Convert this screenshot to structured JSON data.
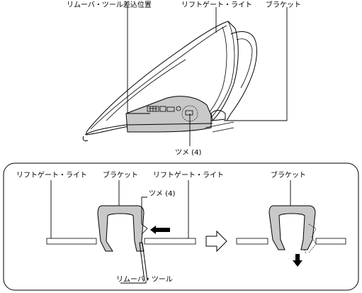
{
  "top": {
    "label_tool_position": "リムーバ・ツール差込位置",
    "label_liftgate_light": "リフトゲート・ライト",
    "label_bracket": "ブラケット",
    "label_claw": "ツメ (4)"
  },
  "bottom": {
    "label_liftgate_left": "リフトゲート・ライト",
    "label_bracket_left": "ブラケット",
    "label_liftgate_right": "リフトゲート・ライト",
    "label_claw": "ツメ (4)",
    "label_bracket_right": "ブラケット",
    "label_remover_tool": "リムーバ・ツール"
  }
}
